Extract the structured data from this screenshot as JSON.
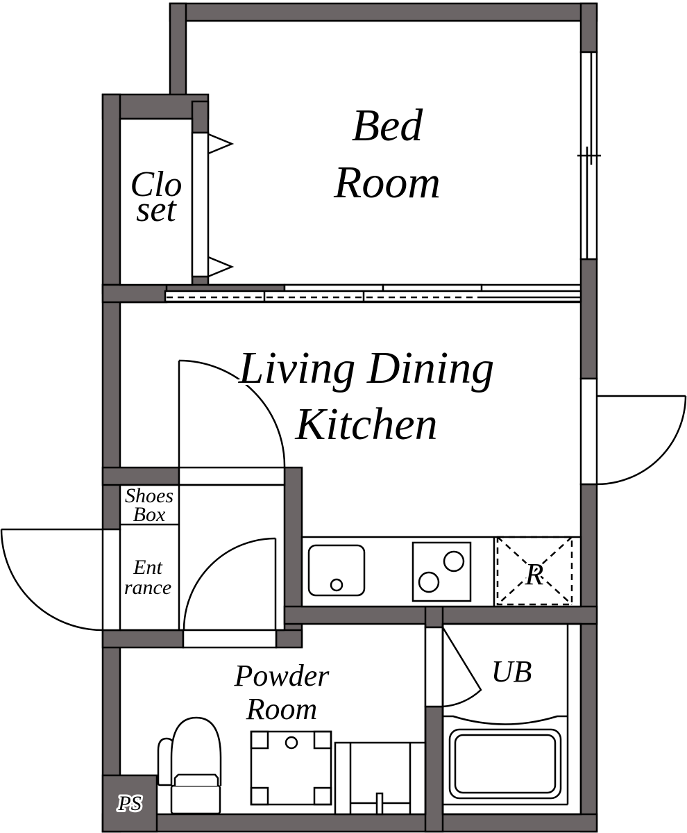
{
  "plan": {
    "wall_color": "#6b6566",
    "line_color": "#000000",
    "background": "#ffffff",
    "rooms": {
      "bed_room": {
        "line1": "Bed",
        "line2": "Room"
      },
      "closet": {
        "line1": "Clo",
        "line2": "set"
      },
      "ldk": {
        "line1": "Living Dining",
        "line2": "Kitchen"
      },
      "shoes_box": {
        "line1": "Shoes",
        "line2": "Box"
      },
      "entrance": {
        "line1": "Ent",
        "line2": "rance"
      },
      "powder_room": {
        "line1": "Powder",
        "line2": "Room"
      },
      "unit_bath": {
        "label": "UB"
      },
      "refrigerator": {
        "label": "R"
      },
      "pipe_space": {
        "label": "PS"
      }
    }
  }
}
